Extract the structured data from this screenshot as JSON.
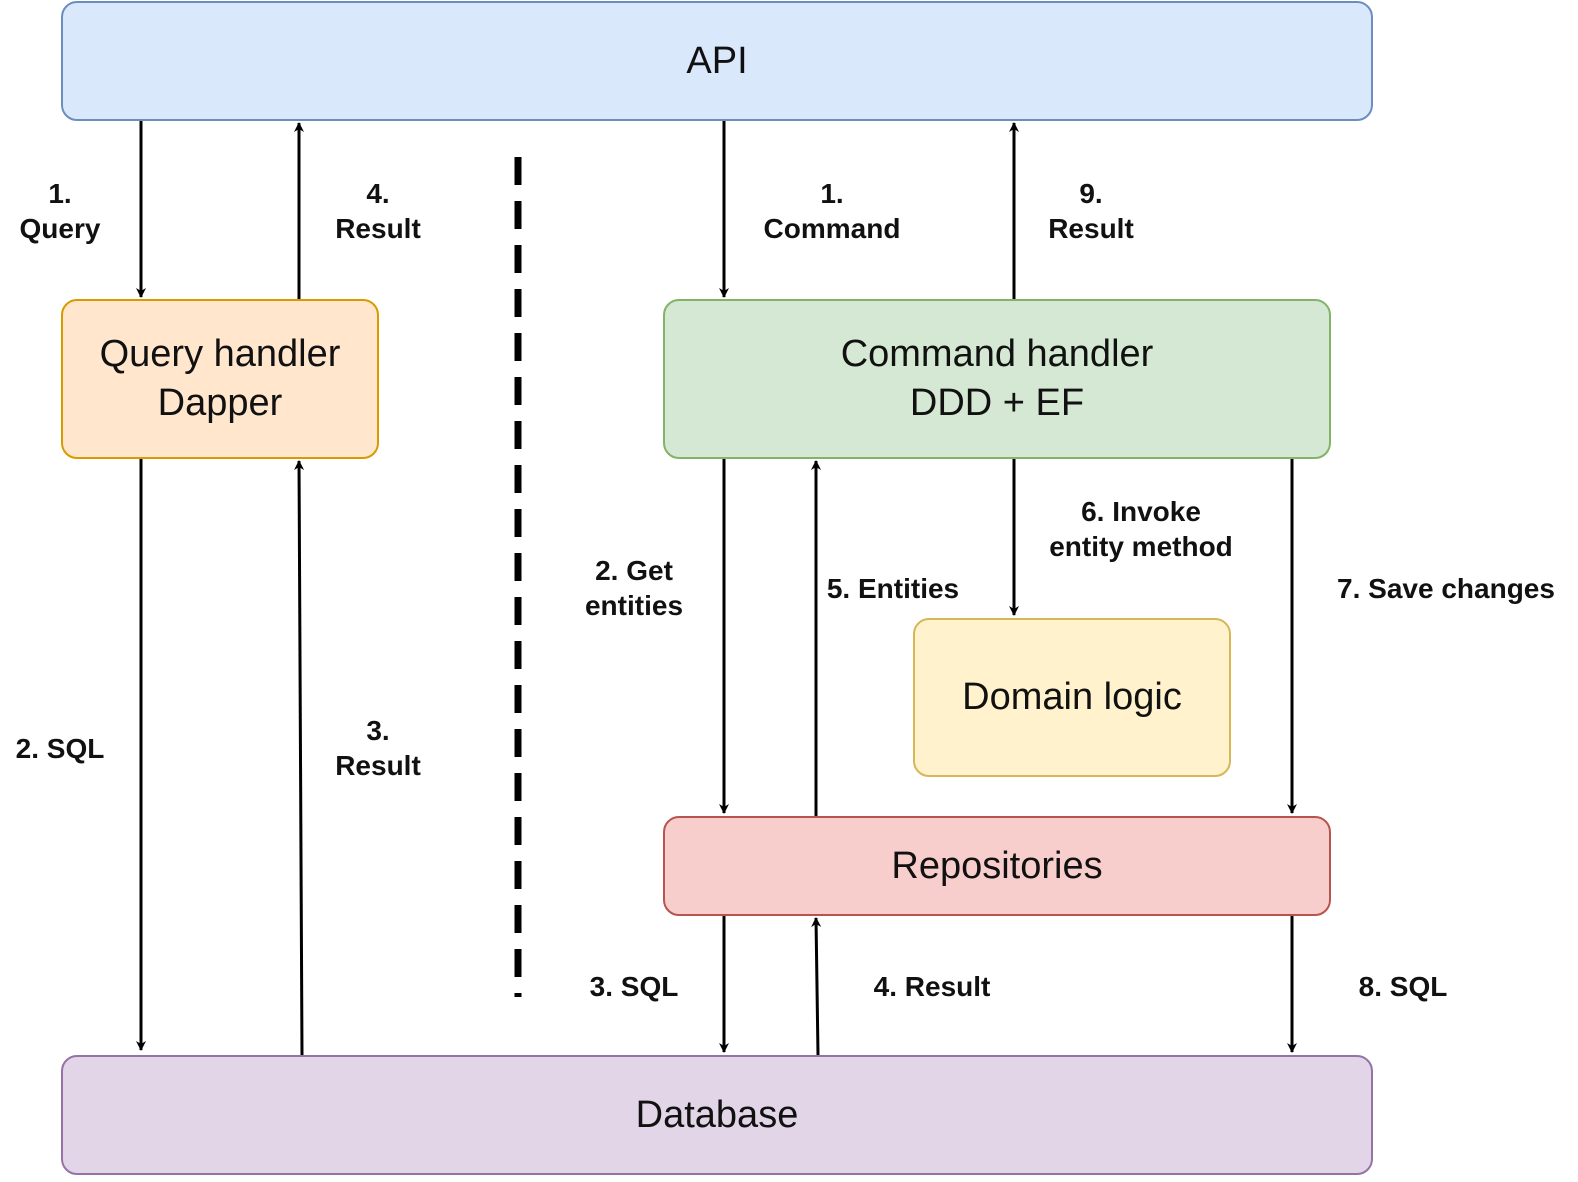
{
  "colors": {
    "api": {
      "fill": "#dae8fc",
      "stroke": "#6c8ebf"
    },
    "query_handler": {
      "fill": "#ffe6cc",
      "stroke": "#d79b00"
    },
    "command_handler": {
      "fill": "#d5e8d4",
      "stroke": "#82b366"
    },
    "domain_logic": {
      "fill": "#fff2cc",
      "stroke": "#d6b656"
    },
    "repositories": {
      "fill": "#f8cecc",
      "stroke": "#b85450"
    },
    "database": {
      "fill": "#e1d5e7",
      "stroke": "#9673a6"
    }
  },
  "nodes": {
    "api": {
      "label": "API"
    },
    "query_handler": {
      "line1": "Query handler",
      "line2": "Dapper"
    },
    "command_handler": {
      "line1": "Command handler",
      "line2": "DDD + EF"
    },
    "domain_logic": {
      "label": "Domain logic"
    },
    "repositories": {
      "label": "Repositories"
    },
    "database": {
      "label": "Database"
    }
  },
  "edges": {
    "q_query": {
      "line1": "1.",
      "line2": "Query"
    },
    "q_result_top": {
      "line1": "4.",
      "line2": "Result"
    },
    "q_sql": {
      "label": "2. SQL"
    },
    "q_result_bottom": {
      "line1": "3.",
      "line2": "Result"
    },
    "c_command": {
      "line1": "1.",
      "line2": "Command"
    },
    "c_result": {
      "line1": "9.",
      "line2": "Result"
    },
    "c_get_entities": {
      "line1": "2. Get",
      "line2": "entities"
    },
    "c_entities": {
      "label": "5. Entities"
    },
    "c_invoke": {
      "line1": "6. Invoke",
      "line2": "entity method"
    },
    "c_save": {
      "label": "7. Save changes"
    },
    "c_sql3": {
      "label": "3. SQL"
    },
    "c_result4": {
      "label": "4. Result"
    },
    "c_sql8": {
      "label": "8. SQL"
    }
  }
}
